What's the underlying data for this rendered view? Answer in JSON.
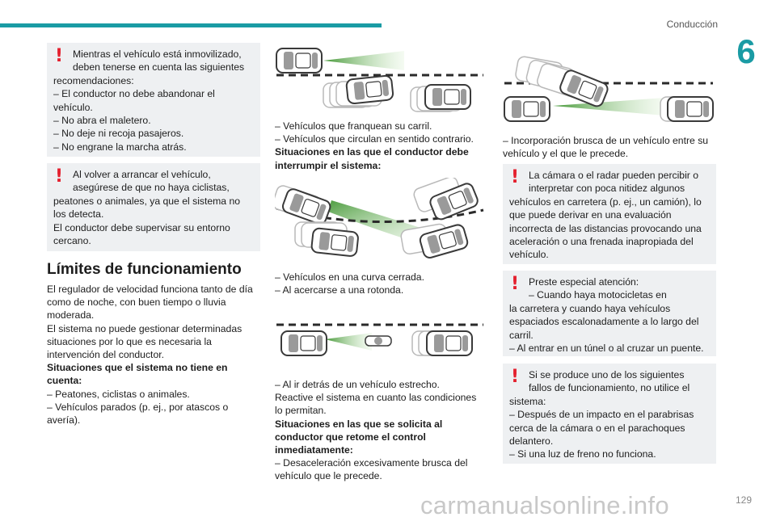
{
  "header": {
    "section": "Conducción",
    "chapter": "6",
    "page": "129"
  },
  "col1": {
    "warn1": {
      "first": "Mientras el vehículo está inmovilizado, deben tenerse en cuenta las siguientes",
      "rest": "recomendaciones:\n– El conductor no debe abandonar el vehículo.\n– No abra el maletero.\n– No deje ni recoja pasajeros.\n– No engrane la marcha atrás."
    },
    "warn2": {
      "first": "Al volver a arrancar el vehículo, asegúrese de que no haya ciclistas,",
      "rest": "peatones o animales, ya que el sistema no los detecta.\nEl conductor debe supervisar su entorno cercano."
    },
    "heading": "Límites de funcionamiento",
    "para1": "El regulador de velocidad funciona tanto de día como de noche, con buen tiempo o lluvia moderada.\nEl sistema no puede gestionar determinadas situaciones por lo que es necesaria la intervención del conductor.",
    "bold1": "Situaciones que el sistema no tiene en cuenta:",
    "list1": "– Peatones, ciclistas o animales.\n– Vehículos parados (p. ej., por atascos o avería)."
  },
  "col2": {
    "list1": "– Vehículos que franquean su carril.\n– Vehículos que circulan en sentido contrario.",
    "bold1": "Situaciones en las que el conductor debe interrumpir el sistema:",
    "list2": "– Vehículos en una curva cerrada.\n– Al acercarse a una rotonda.",
    "list3": "– Al ir detrás de un vehículo estrecho.",
    "para2": "Reactive el sistema en cuanto las condiciones lo permitan.",
    "bold2": "Situaciones en las que se solicita al conductor que retome el control inmediatamente:",
    "list4": "– Desaceleración excesivamente brusca del vehículo que le precede."
  },
  "col3": {
    "list1": "– Incorporación brusca de un vehículo entre su vehículo y el que le precede.",
    "warn1": {
      "first": "La cámara o el radar pueden percibir o interpretar con poca nitidez algunos",
      "rest": "vehículos en carretera (p. ej., un camión), lo que puede derivar en una evaluación incorrecta de las distancias provocando una aceleración o una frenada inapropiada del vehículo."
    },
    "warn2": {
      "first": "Preste especial atención:\n– Cuando haya motocicletas en",
      "rest": "la carretera y cuando haya vehículos espaciados escalonadamente a lo largo del carril.\n– Al entrar en un túnel o al cruzar un puente."
    },
    "warn3": {
      "first": "Si se produce uno de los siguientes fallos de funcionamiento, no utilice el",
      "rest": "sistema:\n– Después de un impacto en el parabrisas cerca de la cámara o en el parachoques delantero.\n– Si una luz de freno no funciona."
    }
  },
  "watermark": "carmanualsonline.info",
  "colors": {
    "accent": "#1a9ba4",
    "warning": "#e4202e",
    "beam": "#4aa52e",
    "box": "#eef0f2"
  }
}
